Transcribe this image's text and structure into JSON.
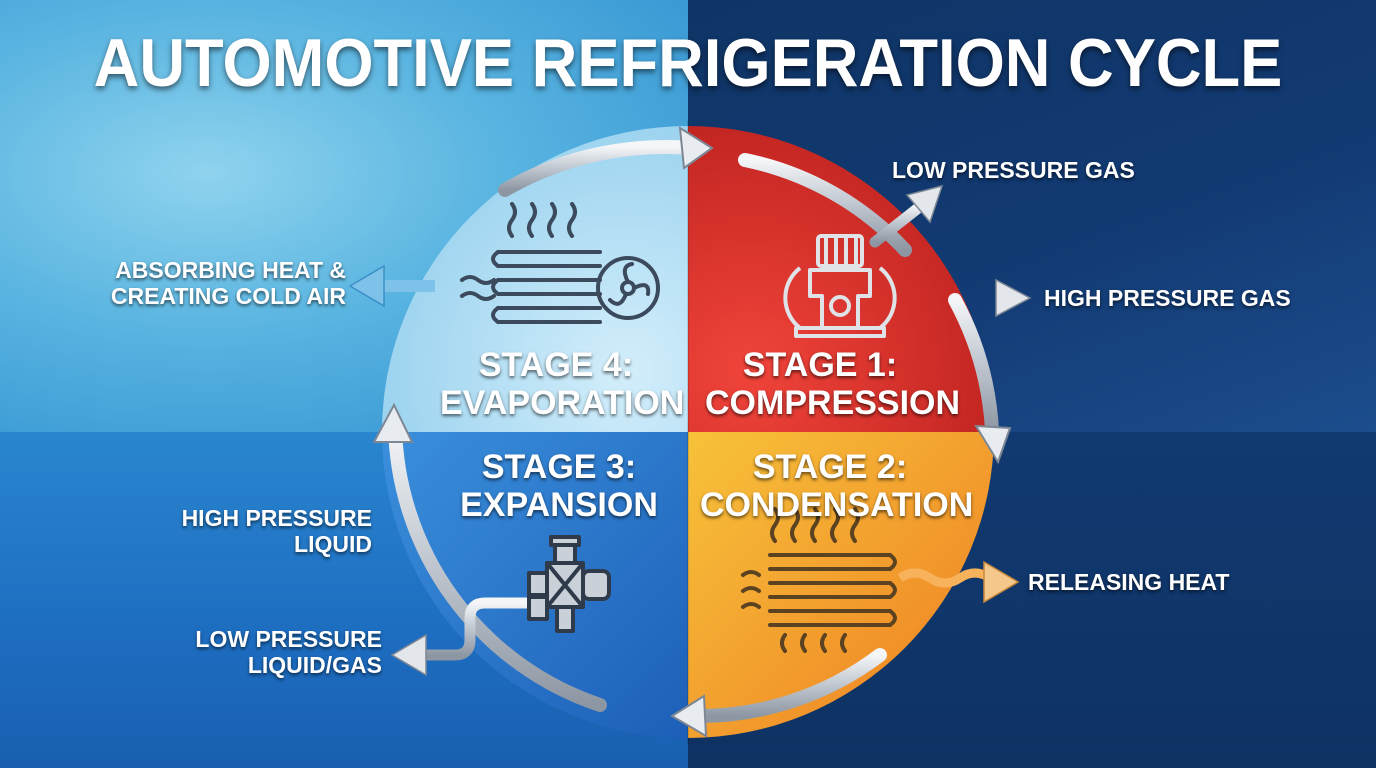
{
  "title": "AUTOMOTIVE REFRIGERATION CYCLE",
  "stages": [
    {
      "line1": "STAGE 1:",
      "line2": "COMPRESSION",
      "color": "#d92b26"
    },
    {
      "line1": "STAGE 2:",
      "line2": "CONDENSATION",
      "color": "#f39a2b"
    },
    {
      "line1": "STAGE 3:",
      "line2": "EXPANSION",
      "color": "#2a78d0"
    },
    {
      "line1": "STAGE 4:",
      "line2": "EVAPORATION",
      "color": "#a8dcf4"
    }
  ],
  "labels": {
    "low_pressure_gas": "LOW PRESSURE GAS",
    "high_pressure_gas": "HIGH PRESSURE GAS",
    "releasing_heat": "RELEASING HEAT",
    "absorbing_line1": "ABSORBING HEAT &",
    "absorbing_line2": "CREATING COLD AIR",
    "hp_liquid_line1": "HIGH PRESSURE",
    "hp_liquid_line2": "LIQUID",
    "lp_liquid_line1": "LOW PRESSURE",
    "lp_liquid_line2": "LIQUID/GAS"
  },
  "icons": [
    "compressor-icon",
    "condenser-icon",
    "expansion-valve-icon",
    "evaporator-icon",
    "cycle-arrow-icon"
  ]
}
